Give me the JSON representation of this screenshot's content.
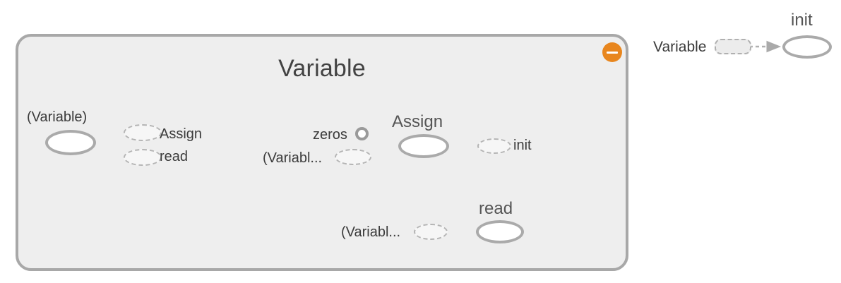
{
  "graph": {
    "title": "Variable",
    "collapse_button_label": "−",
    "collapse_icon": "minus-circle-icon",
    "accent_color": "#e8861e",
    "node_stroke_color": "#aaaaaa",
    "edge_color": "#909090",
    "group_fill": "#eeeeee",
    "group_stroke": "#a8a8a8",
    "canvas_background": "#ffffff"
  },
  "group": {
    "name": "Variable",
    "title": "Variable"
  },
  "cluster_left": {
    "source_label": "(Variable)",
    "targets": [
      {
        "label": "Assign"
      },
      {
        "label": "read"
      }
    ]
  },
  "cluster_assign": {
    "title": "Assign",
    "input_label": "zeros",
    "ref_label": "(Variabl...",
    "output_label": "init"
  },
  "cluster_read": {
    "title": "read",
    "ref_label": "(Variabl..."
  },
  "external": {
    "source_label": "Variable",
    "target_label": "init"
  }
}
